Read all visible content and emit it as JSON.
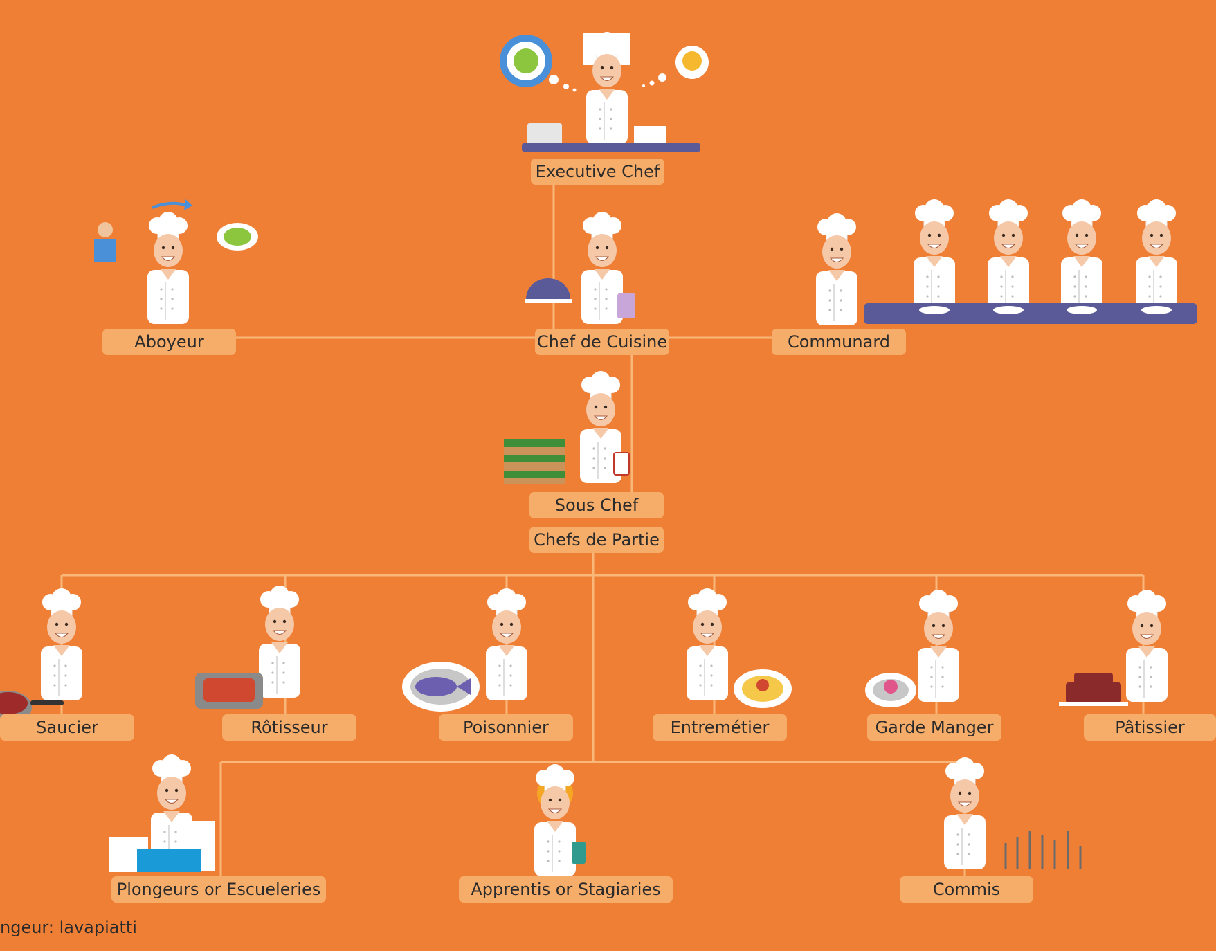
{
  "roles": {
    "executive_chef": "Executive Chef",
    "aboyeur": "Aboyeur",
    "chef_de_cuisine": "Chef de Cuisine",
    "communard": "Communard",
    "sous_chef": "Sous Chef",
    "chefs_de_partie": "Chefs de Partie",
    "saucier": "Saucier",
    "rotisseur": "Rôtisseur",
    "poisonnier": "Poisonnier",
    "entremetier": "Entremétier",
    "garde_manger": "Garde Manger",
    "patissier": "Pâtissier",
    "plongeurs": "Plongeurs or Escueleries",
    "apprentis": "Apprentis or Stagiaries",
    "commis": "Commis"
  },
  "footnote": "ngeur: lavapiatti",
  "colors": {
    "background": "#f07f36",
    "label": "#f6ad6a",
    "line": "#f9b77a",
    "counter": "#5b5a99",
    "chef_white": "#ffffff"
  }
}
